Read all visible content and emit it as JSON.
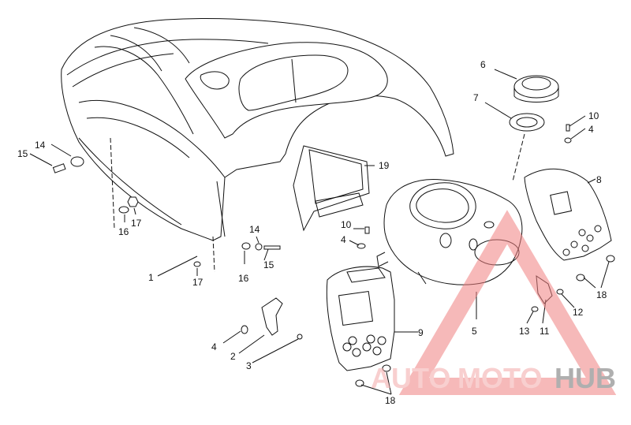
{
  "diagram": {
    "callouts": [
      {
        "id": "c1",
        "text": "1"
      },
      {
        "id": "c2",
        "text": "2"
      },
      {
        "id": "c3",
        "text": "3"
      },
      {
        "id": "c4a",
        "text": "4"
      },
      {
        "id": "c4b",
        "text": "4"
      },
      {
        "id": "c4c",
        "text": "4"
      },
      {
        "id": "c5",
        "text": "5"
      },
      {
        "id": "c6",
        "text": "6"
      },
      {
        "id": "c7",
        "text": "7"
      },
      {
        "id": "c8",
        "text": "8"
      },
      {
        "id": "c9",
        "text": "9"
      },
      {
        "id": "c10a",
        "text": "10"
      },
      {
        "id": "c10b",
        "text": "10"
      },
      {
        "id": "c11",
        "text": "11"
      },
      {
        "id": "c12",
        "text": "12"
      },
      {
        "id": "c13",
        "text": "13"
      },
      {
        "id": "c14a",
        "text": "14"
      },
      {
        "id": "c14b",
        "text": "14"
      },
      {
        "id": "c15a",
        "text": "15"
      },
      {
        "id": "c15b",
        "text": "15"
      },
      {
        "id": "c16a",
        "text": "16"
      },
      {
        "id": "c16b",
        "text": "16"
      },
      {
        "id": "c17a",
        "text": "17"
      },
      {
        "id": "c17b",
        "text": "17"
      },
      {
        "id": "c18a",
        "text": "18"
      },
      {
        "id": "c18b",
        "text": "18"
      },
      {
        "id": "c19",
        "text": "19"
      }
    ]
  },
  "watermark": {
    "part1": "AUTO",
    "part2": "MOTO",
    "part3": "HUB",
    "color_light": "#f4a8a8",
    "color_dark": "#6e6e6e"
  }
}
